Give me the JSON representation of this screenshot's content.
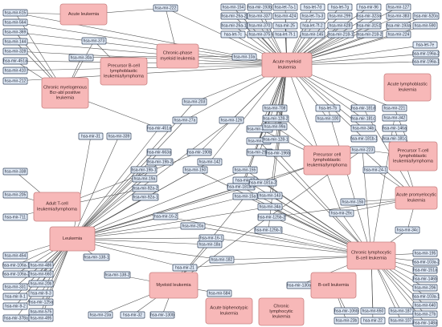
{
  "diseases": [
    {
      "id": "acute-leukemia",
      "label": "Acute leukemia"
    },
    {
      "id": "cml-bcrabl",
      "label": "Chronic myelogenous Bcr-abl positive leukemia"
    },
    {
      "id": "pre-b-cell",
      "label": "Precursor B-cell lymphoblastic leukemia/lymphoma"
    },
    {
      "id": "chronic-phase-myeloid",
      "label": "Chronic-phase myeloid leukemia"
    },
    {
      "id": "aml",
      "label": "Acute myeloid leukemia"
    },
    {
      "id": "all",
      "label": "Acute lymphoblastic leukemia"
    },
    {
      "id": "pre-t-cell",
      "label": "Precursor T-cell lymphoblastic leukemia/lymphoma"
    },
    {
      "id": "pre-cell",
      "label": "Precursor cell lymphoblastic leukemia/lymphoma"
    },
    {
      "id": "adult-t-cell",
      "label": "Adult T-cell leukemia/lymphoma"
    },
    {
      "id": "apl",
      "label": "Acute promyelocytic leukemia"
    },
    {
      "id": "leukemia",
      "label": "Leukemia"
    },
    {
      "id": "cll",
      "label": "Chronic lymphocytic B-cell leukemia"
    },
    {
      "id": "myeloid",
      "label": "Myeloid leukemia"
    },
    {
      "id": "b-cell",
      "label": "B-cell leukemia"
    },
    {
      "id": "acute-biphenotypic",
      "label": "Acute biphenotypic leukemia"
    },
    {
      "id": "chronic-lymphocytic",
      "label": "Chronic lymphocytic leukemia"
    }
  ],
  "mirnas": [
    "hsa-mir-615",
    "hsa-mir-564",
    "hsa-mir-369",
    "hsa-mir-144",
    "hsa-mir-328",
    "hsa-mir-451a",
    "hsa-mir-410",
    "hsa-mir-212",
    "hsa-mir-222",
    "hsa-mir-373",
    "hsa-mir-30a",
    "hsa-mir-154",
    "hsa-mir-26a-2",
    "hsa-mir-26a-1",
    "hsa-let-7c",
    "hsa-mir-193b",
    "hsa-mir-337",
    "hsa-mir-370",
    "hsa-mir-375",
    "hsa-let-7a-1",
    "hsa-mir-424",
    "hsa-mir-25",
    "hsa-let-7f-1",
    "hsa-let-7d",
    "hsa-let-7a-3",
    "hsa-let-7f-2",
    "hsa-mir-145",
    "hsa-let-7g",
    "hsa-mir-299",
    "hsa-mir-628",
    "hsa-mir-218-1",
    "hsa-mir-96",
    "hsa-mir-323a",
    "hsa-mir-3151",
    "hsa-mir-218-2",
    "hsa-mir-127",
    "hsa-mir-383",
    "hsa-mir-193a",
    "hsa-mir-224",
    "hsa-mir-520a",
    "hsa-mir-590",
    "hsa-mir-196a-2",
    "hsa-let-7e",
    "hsa-mir-196a-1",
    "hsa-mir-10a",
    "hsa-mir-203",
    "hsa-mir-27a",
    "hsa-mir-126",
    "hsa-mir-451a",
    "hsa-mir-339",
    "hsa-mir-31",
    "hsa-mir-29b-2",
    "hsa-mir-29b-1",
    "hsa-mir-29a",
    "hsa-mir-708",
    "hsa-mir-128-2",
    "hsa-mir-128-1",
    "hsa-mir-99a",
    "hsa-mir-100",
    "hsa-let-7b",
    "hsa-mir-181d",
    "hsa-mir-221",
    "hsa-mir-181c",
    "hsa-mir-342",
    "hsa-mir-34b",
    "hsa-mir-146a",
    "hsa-mir-181b-1",
    "hsa-mir-181c",
    "hsa-mir-223",
    "hsa-mir-24-1",
    "hsa-mir-663a",
    "hsa-mir-19b-2",
    "hsa-mir-19b-1",
    "hsa-mir-19a",
    "hsa-mir-92a-2",
    "hsa-mir-92a-1",
    "hsa-mir-190b",
    "hsa-mir-150",
    "hsa-mir-142",
    "hsa-mir-155",
    "hsa-mir-17",
    "hsa-mir-181a-1",
    "hsa-mir-15a",
    "hsa-mir-29c",
    "hsa-mir-196b",
    "hsa-mir-181a-2",
    "hsa-mir-143",
    "hsa-mir-34a",
    "hsa-mir-125b-2",
    "hsa-mir-125b-1",
    "hsa-mir-15b",
    "hsa-mir-34c",
    "hsa-mir-338",
    "hsa-mir-205",
    "hsa-mir-711",
    "hsa-mir-16-2",
    "hsa-mir-20a",
    "hsa-mir-16-1",
    "hsa-mir-18a",
    "hsa-mir-182",
    "hsa-mir-454",
    "hsa-mir-486",
    "hsa-mir-106a-1",
    "hsa-mir-660",
    "hsa-mir-106a-2",
    "hsa-mir-20b",
    "hsa-mir-331",
    "hsa-mir-9-3",
    "hsa-mir-9-1",
    "hsa-mir-125a",
    "hsa-mir-9-2",
    "hsa-mir-575",
    "hsa-mir-378a",
    "hsa-mir-495",
    "hsa-mir-138-1",
    "hsa-mir-138-2",
    "hsa-mir-23a",
    "hsa-mir-32",
    "hsa-mir-130b",
    "hsa-mir-21",
    "hsa-mir-584",
    "hsa-mir-130a",
    "hsa-mir-195",
    "hsa-mir-103a-2",
    "hsa-mir-151a",
    "hsa-mir-146b",
    "hsa-mir-206",
    "hsa-mir-103a-1",
    "hsa-mir-640",
    "hsa-mir-106b",
    "hsa-mir-23b",
    "hsa-mir-650",
    "hsa-mir-22",
    "hsa-mir-187",
    "hsa-mir-107",
    "hsa-mir-27b",
    "hsa-mir-148a"
  ]
}
